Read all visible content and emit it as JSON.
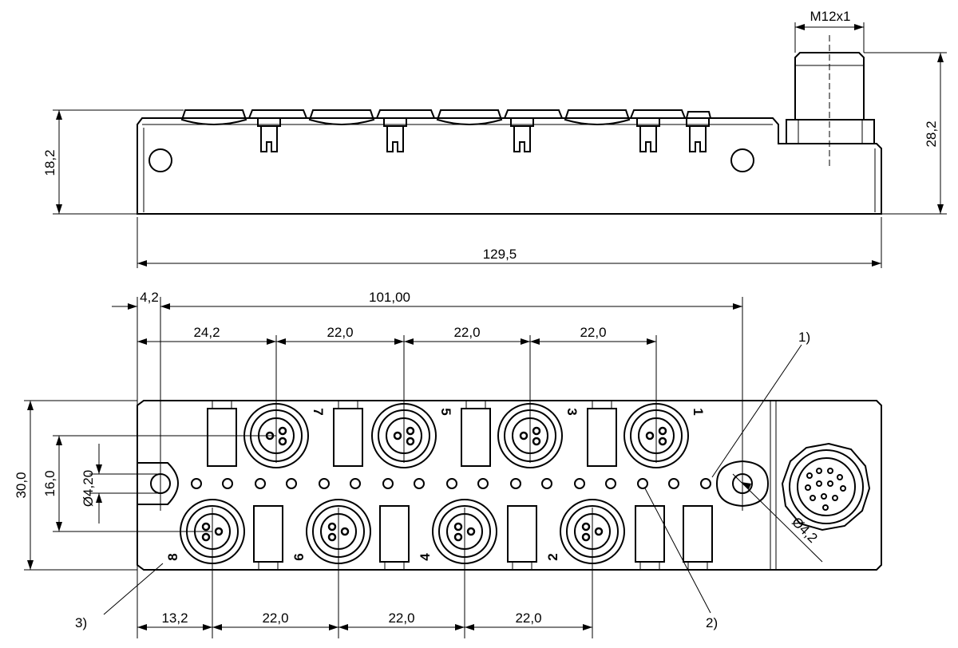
{
  "dimensions": {
    "thread": "M12x1",
    "side_height": "18,2",
    "total_height": "28,2",
    "total_length": "129,5",
    "left_offset": "4,2",
    "hole_spacing": "101,00",
    "top_first": "24,2",
    "pitch": "22,0",
    "bottom_first": "13,2",
    "body_width": "30,0",
    "hole_row_span": "16,0",
    "hole_dia_small": "4,20",
    "hole_dia_right": "4,2"
  },
  "diameter_symbol": "Ø",
  "callouts": [
    "1)",
    "2)",
    "3)"
  ],
  "port_numbers_top": [
    "7",
    "5",
    "3",
    "1"
  ],
  "port_numbers_bottom": [
    "8",
    "6",
    "4",
    "2"
  ]
}
